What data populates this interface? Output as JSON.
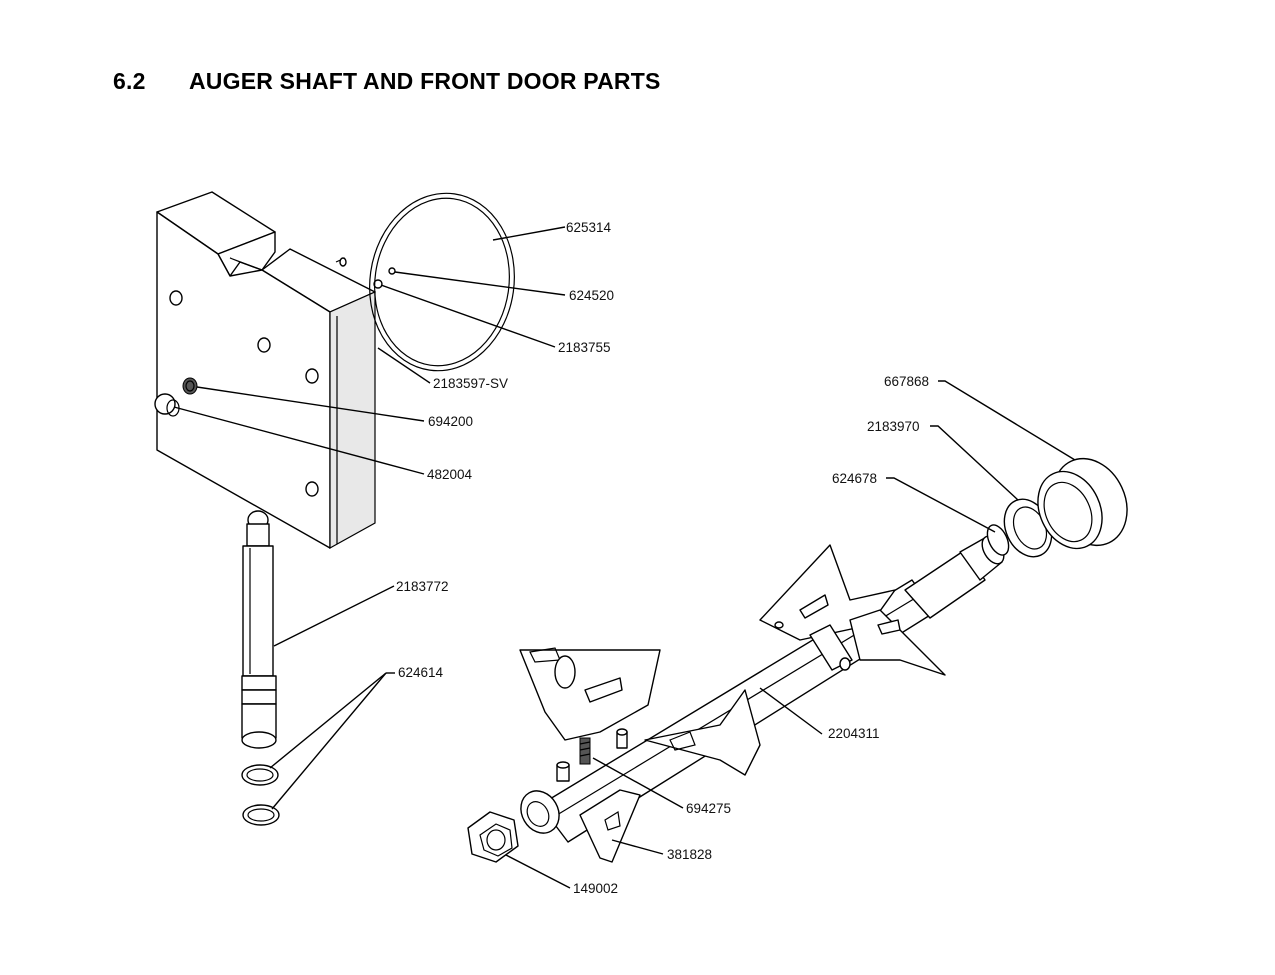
{
  "header": {
    "section_number": "6.2",
    "section_title": "AUGER SHAFT AND FRONT DOOR PARTS"
  },
  "parts": [
    {
      "id": "p625314",
      "number": "625314"
    },
    {
      "id": "p624520",
      "number": "624520"
    },
    {
      "id": "p2183755",
      "number": "2183755"
    },
    {
      "id": "p2183597sv",
      "number": "2183597-SV"
    },
    {
      "id": "p694200",
      "number": "694200"
    },
    {
      "id": "p482004",
      "number": "482004"
    },
    {
      "id": "p2183772",
      "number": "2183772"
    },
    {
      "id": "p624614",
      "number": "624614"
    },
    {
      "id": "p667868",
      "number": "667868"
    },
    {
      "id": "p2183970",
      "number": "2183970"
    },
    {
      "id": "p624678",
      "number": "624678"
    },
    {
      "id": "p2204311",
      "number": "2204311"
    },
    {
      "id": "p694275",
      "number": "694275"
    },
    {
      "id": "p381828",
      "number": "381828"
    },
    {
      "id": "p149002",
      "number": "149002"
    }
  ]
}
